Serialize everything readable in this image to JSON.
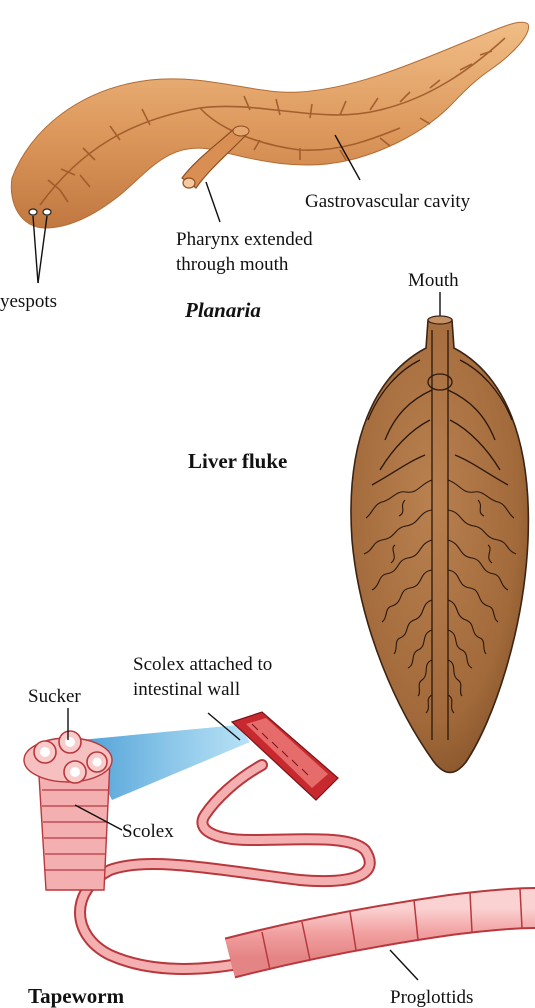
{
  "organisms": {
    "planaria": {
      "title": "Planaria",
      "labels": {
        "gastrovascular_cavity": "Gastrovascular cavity",
        "pharynx_line1": "Pharynx extended",
        "pharynx_line2": "through mouth",
        "eyespots": "yespots"
      }
    },
    "liver_fluke": {
      "title": "Liver fluke",
      "labels": {
        "mouth": "Mouth"
      }
    },
    "tapeworm": {
      "title": "Tapeworm",
      "labels": {
        "scolex_line1": "Scolex attached to",
        "scolex_line2": "intestinal wall",
        "sucker": "Sucker",
        "scolex": "Scolex",
        "proglottids": "Proglottids"
      }
    }
  },
  "colors": {
    "planaria_body": "#e3a064",
    "planaria_shade": "#a6602e",
    "fluke_body": "#a8703f",
    "fluke_outline": "#3b2414",
    "tapeworm_body": "#f2a4a4",
    "tapeworm_outline": "#b8383e",
    "intestine": "#c8292e",
    "beam": "#3aa0d8"
  }
}
